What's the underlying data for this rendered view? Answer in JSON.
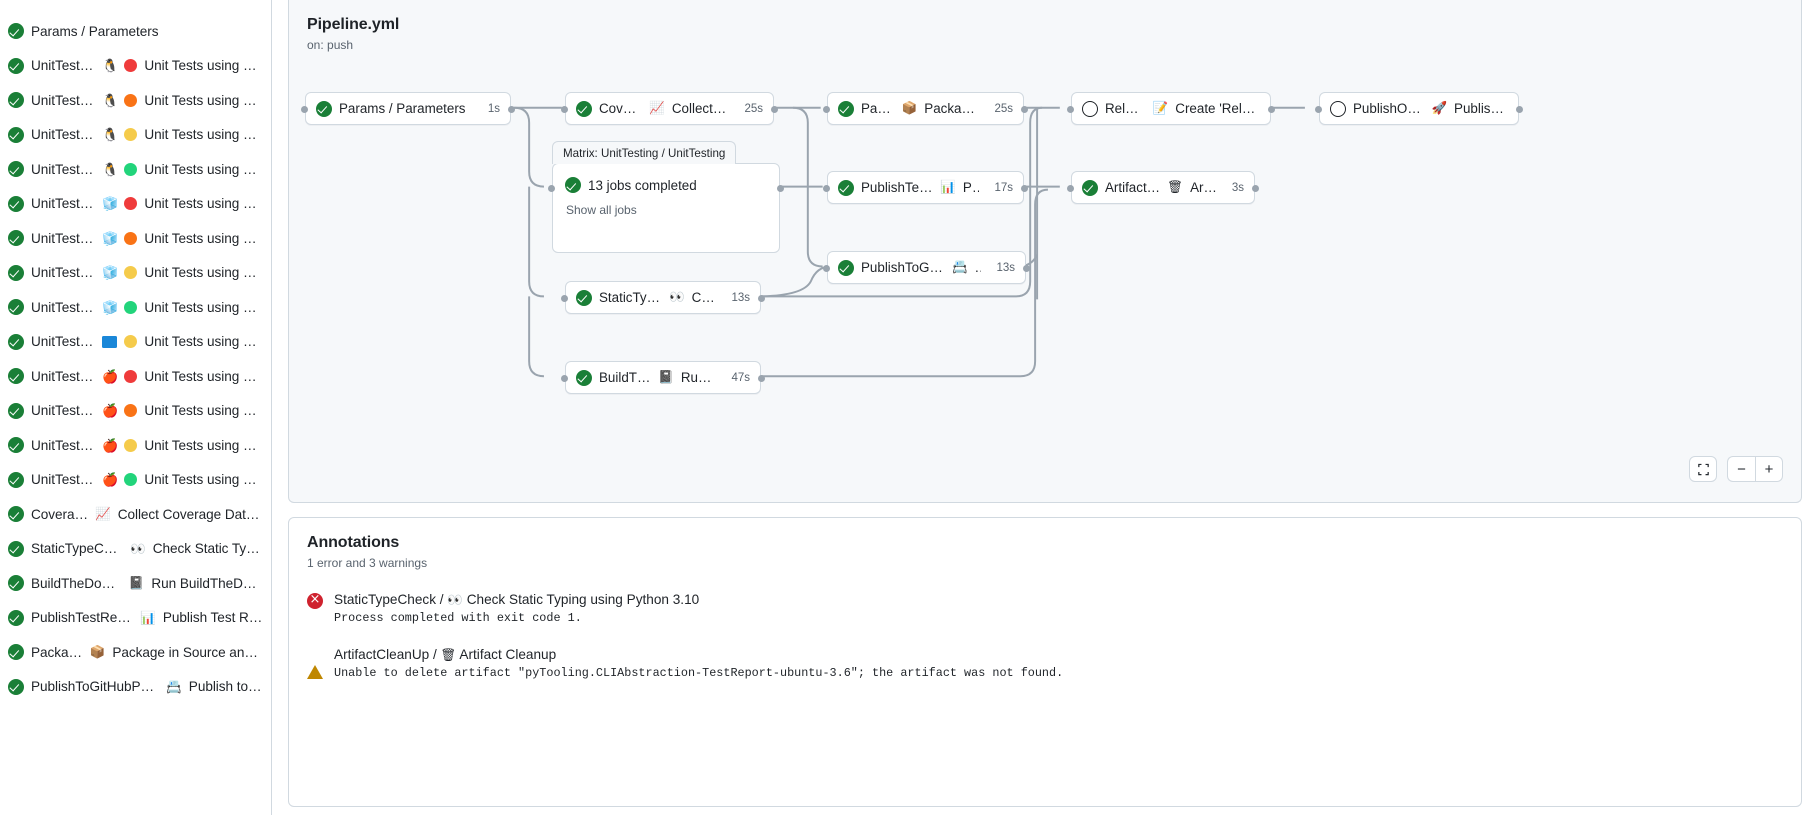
{
  "sidebar": {
    "jobs": [
      {
        "status": "success",
        "name": "Params / Parameters",
        "os": null,
        "dot": null
      },
      {
        "status": "success",
        "name": "UnitTesting / ",
        "os": "linux",
        "dot": "#ef3b3b",
        "suffix": "Unit Tests using Pyth..."
      },
      {
        "status": "success",
        "name": "UnitTesting / ",
        "os": "linux",
        "dot": "#f97316",
        "suffix": "Unit Tests using Pyth..."
      },
      {
        "status": "success",
        "name": "UnitTesting / ",
        "os": "linux",
        "dot": "#f5cb4b",
        "suffix": "Unit Tests using Pyth..."
      },
      {
        "status": "success",
        "name": "UnitTesting / ",
        "os": "linux",
        "dot": "#22d47b",
        "suffix": "Unit Tests using Pyth..."
      },
      {
        "status": "success",
        "name": "UnitTesting / ",
        "os": "windows",
        "dot": "#ef3b3b",
        "suffix": "Unit Tests using Pyth..."
      },
      {
        "status": "success",
        "name": "UnitTesting / ",
        "os": "windows",
        "dot": "#f97316",
        "suffix": "Unit Tests using Pyth..."
      },
      {
        "status": "success",
        "name": "UnitTesting / ",
        "os": "windows",
        "dot": "#f5cb4b",
        "suffix": "Unit Tests using Pyth..."
      },
      {
        "status": "success",
        "name": "UnitTesting / ",
        "os": "windows",
        "dot": "#22d47b",
        "suffix": "Unit Tests using Pyth..."
      },
      {
        "status": "success",
        "name": "UnitTesting / ",
        "os": "winsquare",
        "dot": "#f5cb4b",
        "suffix": "Unit Tests using Pyth..."
      },
      {
        "status": "success",
        "name": "UnitTesting / ",
        "os": "apple",
        "dot": "#ef3b3b",
        "suffix": "Unit Tests using Pyth..."
      },
      {
        "status": "success",
        "name": "UnitTesting / ",
        "os": "apple",
        "dot": "#f97316",
        "suffix": "Unit Tests using Pyth..."
      },
      {
        "status": "success",
        "name": "UnitTesting / ",
        "os": "apple",
        "dot": "#f5cb4b",
        "suffix": "Unit Tests using Pyth..."
      },
      {
        "status": "success",
        "name": "UnitTesting / ",
        "os": "apple",
        "dot": "#22d47b",
        "suffix": "Unit Tests using Pyth..."
      },
      {
        "status": "success",
        "name": "Coverage / ",
        "emoji": "📈",
        "suffix": "Collect Coverage Data usi..."
      },
      {
        "status": "success",
        "name": "StaticTypeCheck / ",
        "emoji": "👀",
        "suffix": "Check Static Typing..."
      },
      {
        "status": "success",
        "name": "BuildTheDocs / ",
        "emoji": "📓",
        "suffix": "Run BuildTheDocs"
      },
      {
        "status": "success",
        "name": "PublishTestResults / ",
        "emoji": "📊",
        "suffix": "Publish Test Resu..."
      },
      {
        "status": "success",
        "name": "Package / ",
        "emoji": "📦",
        "suffix": "Package in Source and Wh..."
      },
      {
        "status": "success",
        "name": "PublishToGitHubPages / ",
        "emoji": "📇",
        "suffix": "Publish to G..."
      }
    ]
  },
  "graph": {
    "title": "Pipeline.yml",
    "trigger": "on: push",
    "nodes": [
      {
        "id": "params",
        "status": "success",
        "label": "Params / Parameters",
        "emoji": "",
        "time": "1s"
      },
      {
        "id": "coverage",
        "status": "success",
        "label": "Coverage / ",
        "emoji": "📈",
        "label2": "Collect Cove...",
        "time": "25s"
      },
      {
        "id": "package",
        "status": "success",
        "label": "Package / ",
        "emoji": "📦",
        "label2": "Package in So...",
        "time": "25s"
      },
      {
        "id": "release",
        "status": "pending",
        "label": "Release / ",
        "emoji": "📝",
        "label2": "Create 'Release P...",
        "time": ""
      },
      {
        "id": "pypi",
        "status": "pending",
        "label": "PublishOnPyPI / ",
        "emoji": "🚀",
        "label2": "Publish to ...",
        "time": ""
      },
      {
        "id": "testresults",
        "status": "success",
        "label": "PublishTestResults / ",
        "emoji": "📊",
        "label2": "Pu...",
        "time": "17s"
      },
      {
        "id": "artifact",
        "status": "success",
        "label": "ArtifactCleanUp / ",
        "emoji": "🗑",
        "label2": "Artifac...",
        "time": "3s"
      },
      {
        "id": "ghpages",
        "status": "success",
        "label": "PublishToGitHubPages / ",
        "emoji": "📇",
        "label2": "...",
        "time": "13s"
      },
      {
        "id": "typecheck",
        "status": "success",
        "label": "StaticTypeCheck / ",
        "emoji": "👀",
        "label2": "Chec...",
        "time": "13s"
      },
      {
        "id": "docs",
        "status": "success",
        "label": "BuildTheDocs / ",
        "emoji": "📓",
        "label2": "Run Buil...",
        "time": "47s"
      }
    ],
    "matrix": {
      "tab_label": "Matrix: UnitTesting / UnitTesting",
      "summary": "13 jobs completed",
      "show_all": "Show all jobs"
    },
    "controls": {
      "fit_label": "fullscreen-icon",
      "zoom_out_label": "−",
      "zoom_in_label": "+"
    }
  },
  "annotations": {
    "title": "Annotations",
    "summary": "1 error and 3 warnings",
    "items": [
      {
        "severity": "error",
        "head_prefix": "StaticTypeCheck / ",
        "emoji": "👀",
        "head_suffix": "Check Static Typing using Python 3.10",
        "message": "Process completed with exit code 1."
      },
      {
        "severity": "warning",
        "head_prefix": "ArtifactCleanUp / ",
        "emoji": "🗑",
        "head_suffix": "Artifact Cleanup",
        "message": "Unable to delete artifact \"pyTooling.CLIAbstraction-TestReport-ubuntu-3.6\"; the artifact was not found."
      }
    ]
  }
}
